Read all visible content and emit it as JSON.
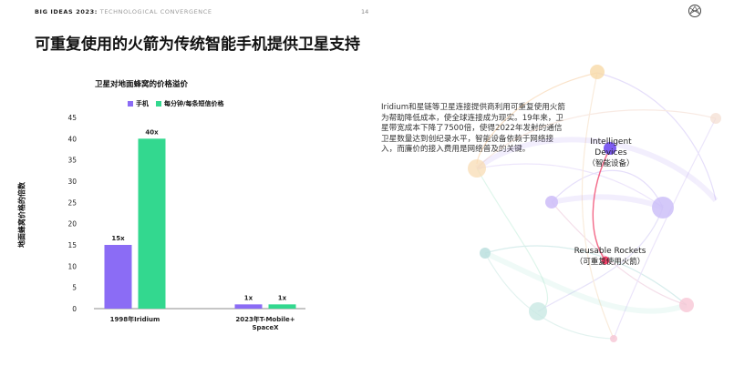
{
  "header": {
    "left_bold": "BIG IDEAS 2023:",
    "left_sub": "TECHNOLOGICAL CONVERGENCE",
    "page_number": "14"
  },
  "slide_title": "可重复使用的火箭为传统智能手机提供卫星支持",
  "description": "Iridium和星链等卫星连接提供商利用可重复使用火箭为帮助降低成本，使全球连接成为现实。19年来，卫星带宽成本下降了7500倍，使得2022年发射的通信卫星数量达到创纪录水平，智能设备依赖于网络接入，而廉价的接入费用是网络普及的关键。",
  "graphic": {
    "node1_en": "Intelligent Devices",
    "node1_zh": "（智能设备）",
    "node2_en": "Reusable Rockets",
    "node2_zh": "（可重复使用火箭）"
  },
  "colors": {
    "phone": "#8b6cf5",
    "per_minute": "#33d88f",
    "accent_pink": "#f0436a"
  },
  "chart_data": {
    "type": "bar",
    "title": "卫星对地面蜂窝的价格溢价",
    "ylabel": "地面蜂窝价格的倍数",
    "xlabel": "",
    "categories": [
      "1998年Iridium",
      "2023年T-Mobile+ SpaceX"
    ],
    "series": [
      {
        "name": "手机",
        "values": [
          15,
          1
        ],
        "labels": [
          "15x",
          "1x"
        ],
        "color": "#8b6cf5"
      },
      {
        "name": "每分钟/每条短信价格",
        "values": [
          40,
          1
        ],
        "labels": [
          "40x",
          "1x"
        ],
        "color": "#33d88f"
      }
    ],
    "ylim": [
      0,
      45
    ],
    "yticks": [
      0,
      5,
      10,
      15,
      20,
      25,
      30,
      35,
      40,
      45
    ],
    "grid": false,
    "legend": "top"
  }
}
